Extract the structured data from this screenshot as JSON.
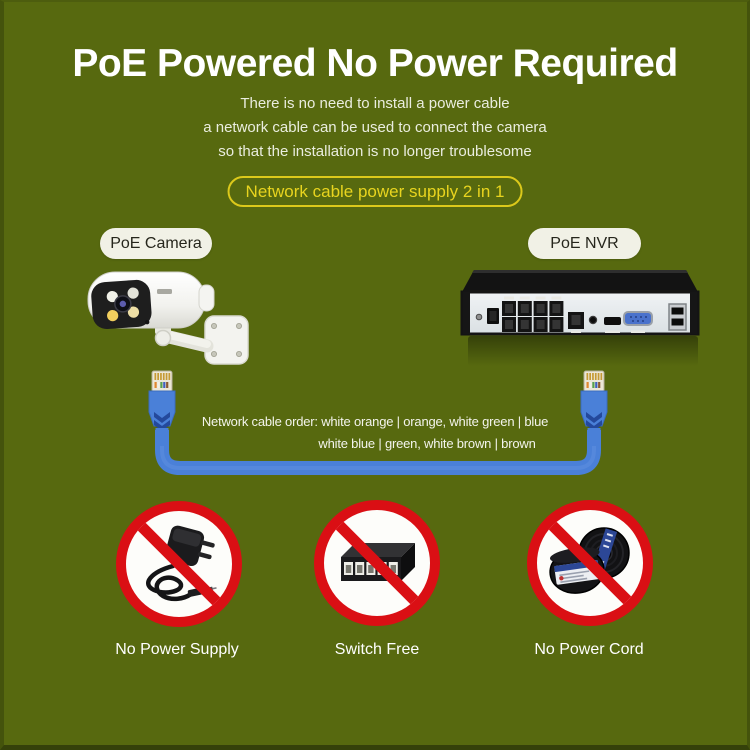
{
  "colors": {
    "background": "#57690f",
    "edge": "#44530c",
    "title_text": "#ffffff",
    "accent_yellow": "#e8d41f",
    "device_pill_bg": "#f1f1e6",
    "cable_blue": "#4a80d8",
    "cable_blue_dark": "#24499c",
    "prohibit_red": "#da0f14"
  },
  "header": {
    "title": "PoE Powered No Power Required",
    "subtitle_line1": "There is no need to install a power cable",
    "subtitle_line2": "a network cable can be used to connect the camera",
    "subtitle_line3": "so that the installation is no longer troublesome",
    "badge": "Network cable power supply 2 in 1"
  },
  "diagram": {
    "camera_label": "PoE Camera",
    "nvr_label": "PoE NVR",
    "cable_note_line1": "Network cable order: white orange | orange, white green | blue",
    "cable_note_line2": "white blue | green, white brown | brown"
  },
  "prohibited_items": [
    {
      "label": "No Power Supply",
      "icon": "power-adapter-icon"
    },
    {
      "label": "Switch Free",
      "icon": "network-switch-icon"
    },
    {
      "label": "No Power Cord",
      "icon": "cable-spool-icon"
    }
  ]
}
